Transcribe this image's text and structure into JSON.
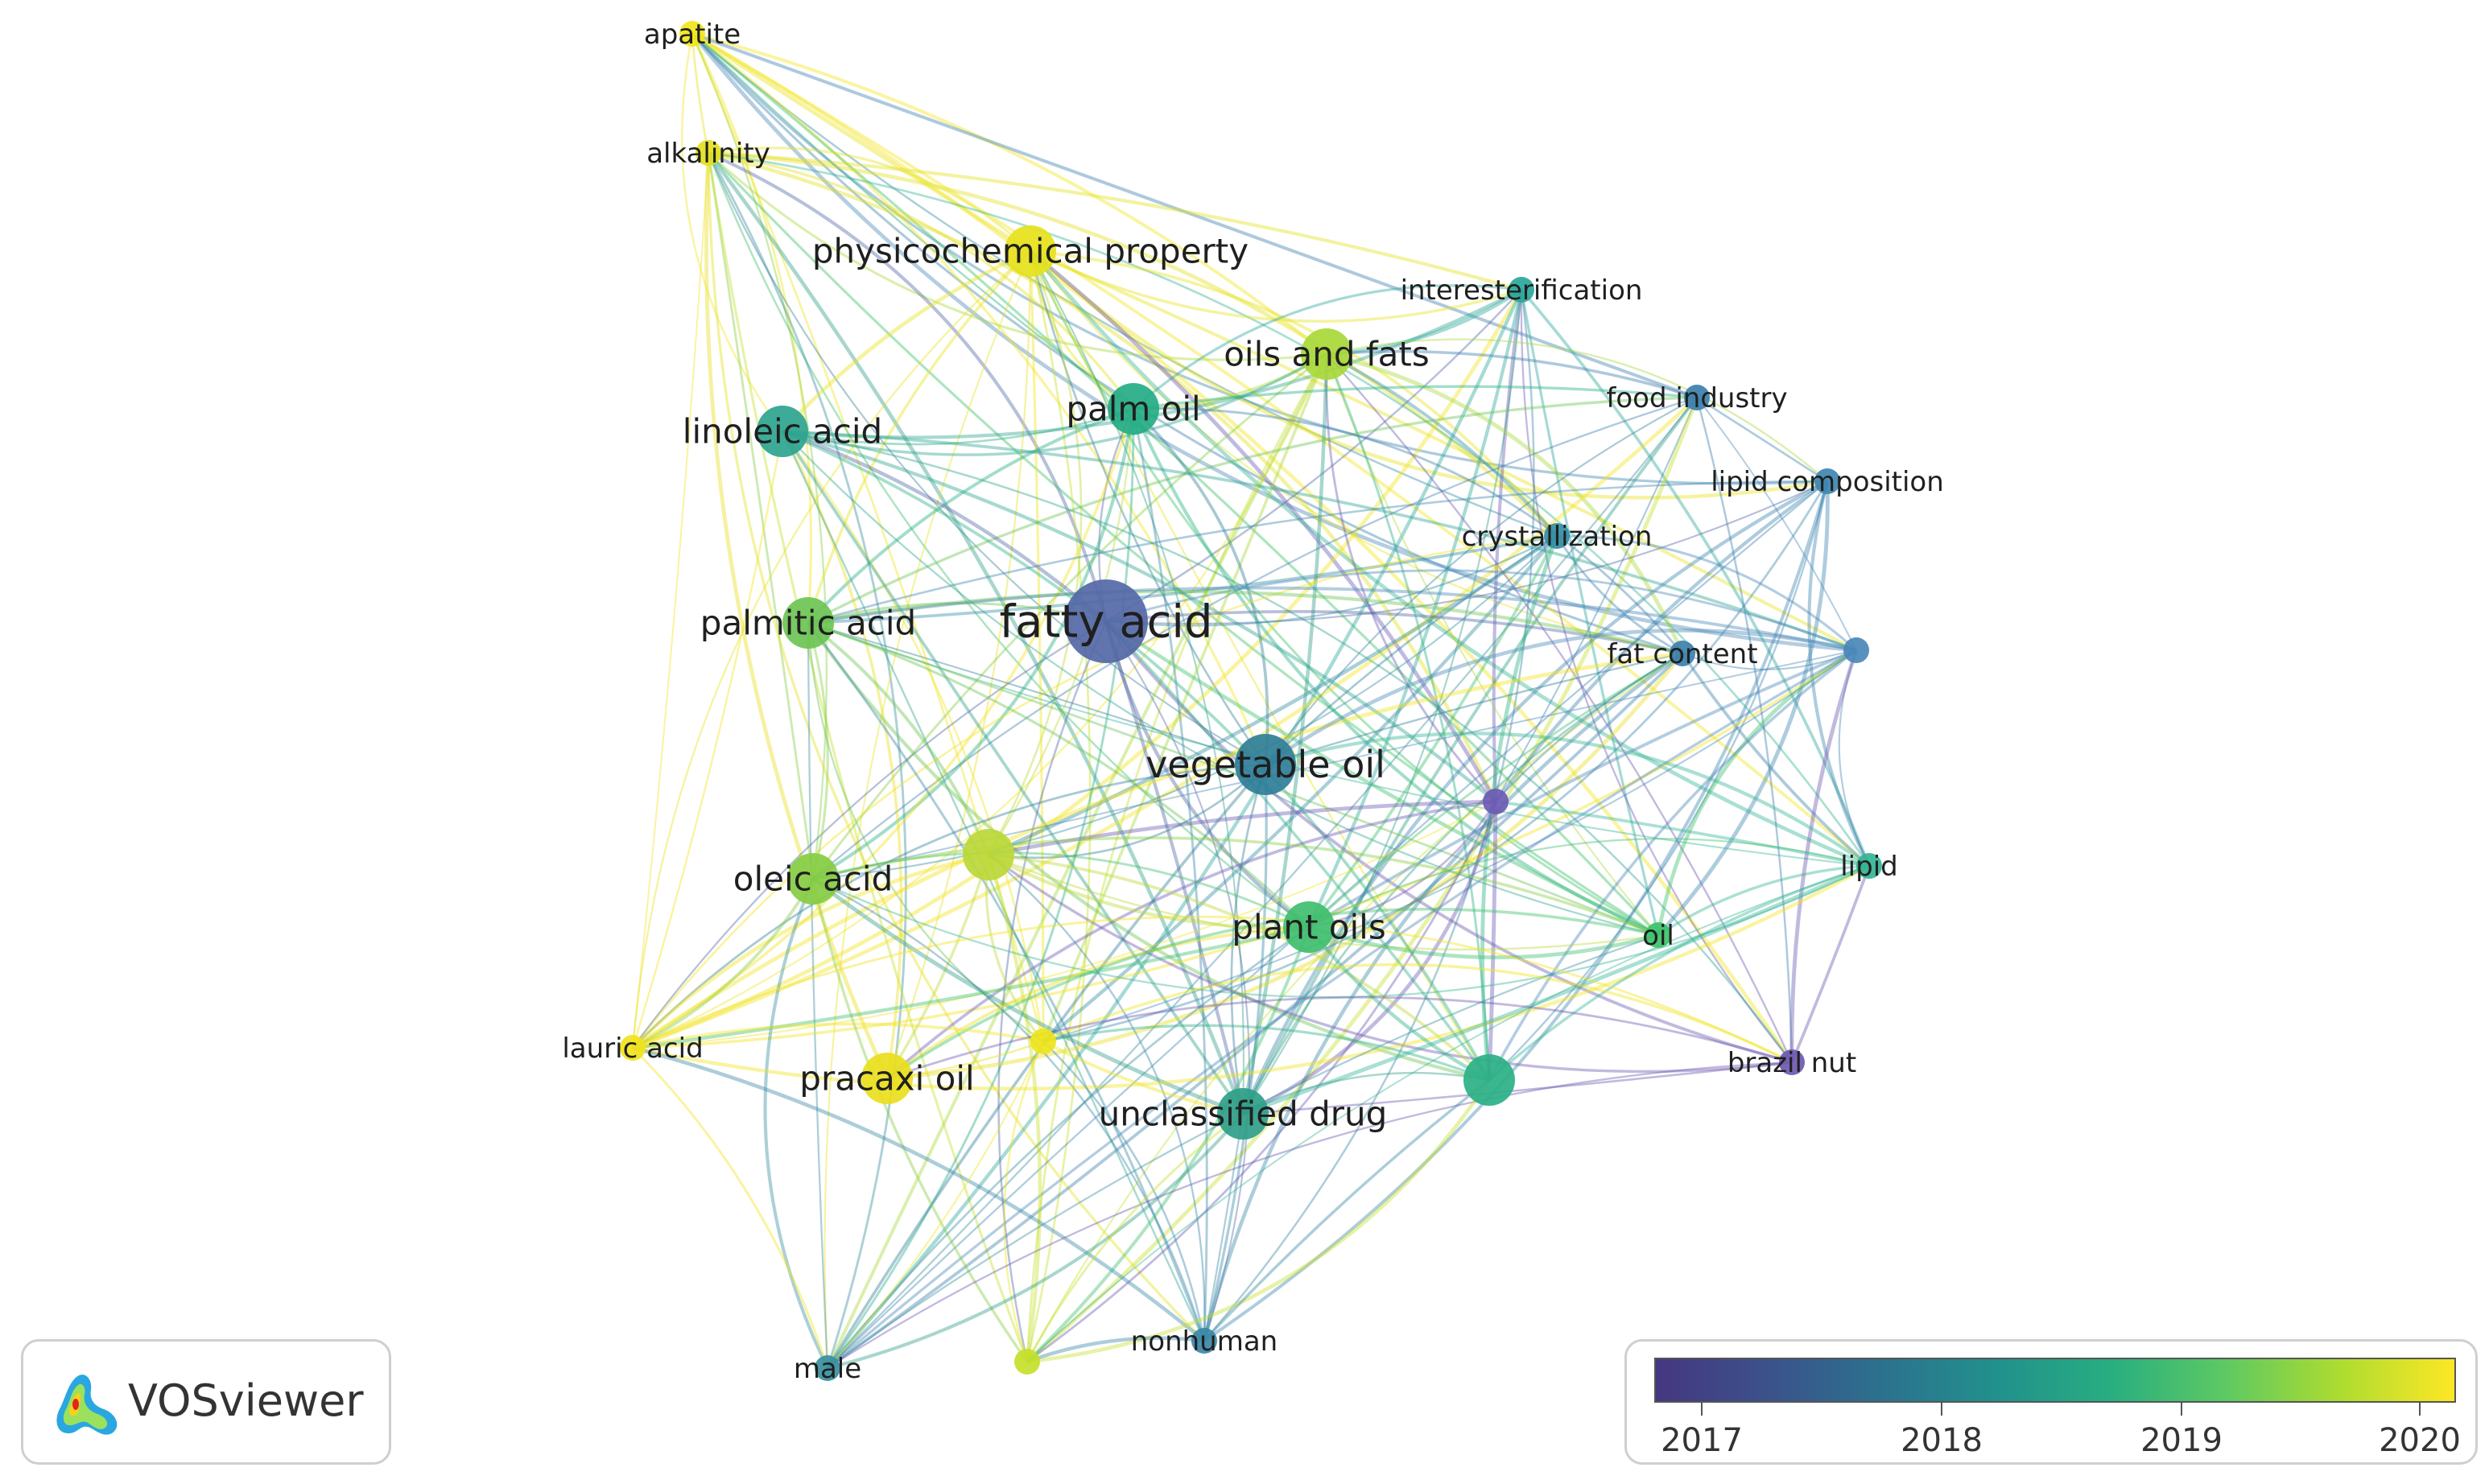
{
  "nodes": [
    {
      "id": "apatite",
      "label": "apatite",
      "color": "#f2e51c",
      "size": "s"
    },
    {
      "id": "alkalinity",
      "label": "alkalinity",
      "color": "#e3e01e",
      "size": "s"
    },
    {
      "id": "physicochemical-property",
      "label": "physicochemical property",
      "color": "#e6e21c",
      "size": "m"
    },
    {
      "id": "interesterification",
      "label": "interesterification",
      "color": "#2aa79b",
      "size": "s"
    },
    {
      "id": "oils-and-fats",
      "label": "oils and fats",
      "color": "#a8d83a",
      "size": "m"
    },
    {
      "id": "food-industry",
      "label": "food industry",
      "color": "#3b7fae",
      "size": "s"
    },
    {
      "id": "palm-oil",
      "label": "palm oil",
      "color": "#24ad84",
      "size": "m"
    },
    {
      "id": "linoleic-acid",
      "label": "linoleic acid",
      "color": "#2da48f",
      "size": "m"
    },
    {
      "id": "lipid-composition",
      "label": "lipid composition",
      "color": "#3f86b0",
      "size": "s"
    },
    {
      "id": "crystallization",
      "label": "crystallization",
      "color": "#338da5",
      "size": "s"
    },
    {
      "id": "fatty-acid",
      "label": "fatty acid",
      "color": "#5468a6",
      "size": "xl"
    },
    {
      "id": "palmitic-acid",
      "label": "palmitic acid",
      "color": "#6cc454",
      "size": "m"
    },
    {
      "id": "fat-content",
      "label": "fat content",
      "color": "#3b80ac",
      "size": "s"
    },
    {
      "id": "unlabeled-blue",
      "label": "",
      "color": "#4a87b8",
      "size": "s"
    },
    {
      "id": "vegetable-oil",
      "label": "vegetable oil",
      "color": "#2f7e98",
      "size": "l"
    },
    {
      "id": "unlabeled-purple",
      "label": "",
      "color": "#6b5bb4",
      "size": "s"
    },
    {
      "id": "unlabeled-yellowgreen",
      "label": "",
      "color": "#bcd838",
      "size": "m"
    },
    {
      "id": "oleic-acid",
      "label": "oleic acid",
      "color": "#86cc43",
      "size": "m"
    },
    {
      "id": "lipid",
      "label": "lipid",
      "color": "#34b495",
      "size": "s"
    },
    {
      "id": "plant-oils",
      "label": "plant oils",
      "color": "#3fbe6e",
      "size": "m"
    },
    {
      "id": "oil",
      "label": "oil",
      "color": "#3cc26a",
      "size": "s"
    },
    {
      "id": "lauric-acid",
      "label": "lauric acid",
      "color": "#f2e31c",
      "size": "s"
    },
    {
      "id": "unlabeled-yellow",
      "label": "",
      "color": "#eee41c",
      "size": "s"
    },
    {
      "id": "pracaxi-oil",
      "label": "pracaxi oil",
      "color": "#eade1c",
      "size": "m"
    },
    {
      "id": "brazil-nut",
      "label": "brazil nut",
      "color": "#6e58b0",
      "size": "s"
    },
    {
      "id": "unlabeled-teal",
      "label": "",
      "color": "#2bb085",
      "size": "m"
    },
    {
      "id": "unclassified-drug",
      "label": "unclassified drug",
      "color": "#2f9e88",
      "size": "m"
    },
    {
      "id": "male",
      "label": "male",
      "color": "#3a8fa0",
      "size": "s"
    },
    {
      "id": "unlabeled-lime",
      "label": "",
      "color": "#c5df2a",
      "size": "s"
    },
    {
      "id": "nonhuman",
      "label": "nonhuman",
      "color": "#3a87a6",
      "size": "s"
    }
  ],
  "legend": {
    "ticks": [
      "2017",
      "2018",
      "2019",
      "2020"
    ],
    "colors": [
      "#453781",
      "#3b528b",
      "#2c728e",
      "#21918c",
      "#28ae80",
      "#5ec962",
      "#addc30",
      "#fde725"
    ]
  },
  "logo": {
    "text": "VOSviewer"
  }
}
